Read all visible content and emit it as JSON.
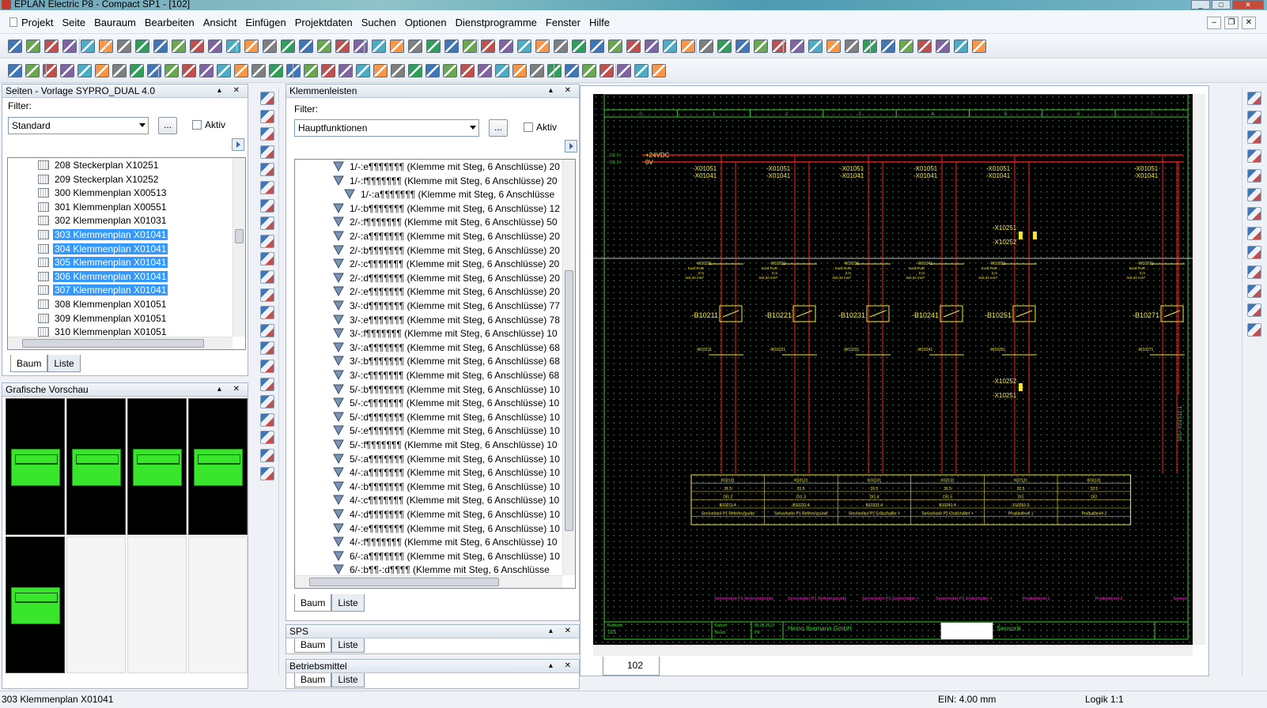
{
  "window": {
    "title": "EPLAN Electric P8 - Compact SP1 - [102]",
    "controls": [
      "_",
      "□",
      "✕"
    ]
  },
  "menu": [
    "Projekt",
    "Seite",
    "Bauraum",
    "Bearbeiten",
    "Ansicht",
    "Einfügen",
    "Projektdaten",
    "Suchen",
    "Optionen",
    "Dienstprogramme",
    "Fenster",
    "Hilfe"
  ],
  "mdi_controls": [
    "–",
    "❐",
    "✕"
  ],
  "pages_panel": {
    "title": "Seiten - Vorlage SYPRO_DUAL 4.0",
    "filter_label": "Filter:",
    "filter_value": "Standard",
    "aktiv_label": "Aktiv",
    "more_button": "...",
    "items": [
      {
        "label": "208 Steckerplan X10251",
        "selected": false
      },
      {
        "label": "209 Steckerplan X10252",
        "selected": false
      },
      {
        "label": "300 Klemmenplan X00513",
        "selected": false
      },
      {
        "label": "301 Klemmenplan X00551",
        "selected": false
      },
      {
        "label": "302 Klemmenplan X01031",
        "selected": false
      },
      {
        "label": "303 Klemmenplan X01041",
        "selected": true
      },
      {
        "label": "304 Klemmenplan X01041",
        "selected": true
      },
      {
        "label": "305 Klemmenplan X01041",
        "selected": true
      },
      {
        "label": "306 Klemmenplan X01041",
        "selected": true
      },
      {
        "label": "307 Klemmenplan X01041",
        "selected": true
      },
      {
        "label": "308 Klemmenplan X01051",
        "selected": false
      },
      {
        "label": "309 Klemmenplan X01051",
        "selected": false
      },
      {
        "label": "310 Klemmenplan X01051",
        "selected": false
      }
    ],
    "tabs": [
      "Baum",
      "Liste"
    ]
  },
  "preview_panel": {
    "title": "Grafische Vorschau",
    "thumbnails": 5,
    "cells": 8
  },
  "terminal_panel": {
    "title": "Klemmenleisten",
    "filter_label": "Filter:",
    "filter_value": "Hauptfunktionen",
    "aktiv_label": "Aktiv",
    "more_button": "...",
    "items": [
      "1/-:e¶¶¶¶¶¶¶ (Klemme mit Steg, 6 Anschlüsse) 20",
      "1/-:f¶¶¶¶¶¶¶ (Klemme mit Steg, 6 Anschlüsse) 20",
      "1/-:a¶¶¶¶¶¶¶ (Klemme mit Steg, 6 Anschlüsse",
      "1/-:b¶¶¶¶¶¶¶ (Klemme mit Steg, 6 Anschlüsse) 12",
      "2/-:f¶¶¶¶¶¶¶ (Klemme mit Steg, 6 Anschlüsse) 50",
      "2/-:a¶¶¶¶¶¶¶ (Klemme mit Steg, 6 Anschlüsse) 20",
      "2/-:b¶¶¶¶¶¶¶ (Klemme mit Steg, 6 Anschlüsse) 20",
      "2/-:c¶¶¶¶¶¶¶ (Klemme mit Steg, 6 Anschlüsse) 20",
      "2/-:d¶¶¶¶¶¶¶ (Klemme mit Steg, 6 Anschlüsse) 20",
      "2/-:e¶¶¶¶¶¶¶ (Klemme mit Steg, 6 Anschlüsse) 20",
      "3/-:d¶¶¶¶¶¶¶ (Klemme mit Steg, 6 Anschlüsse) 77",
      "3/-:e¶¶¶¶¶¶¶ (Klemme mit Steg, 6 Anschlüsse) 78",
      "3/-:f¶¶¶¶¶¶¶ (Klemme mit Steg, 6 Anschlüsse) 10",
      "3/-:a¶¶¶¶¶¶¶ (Klemme mit Steg, 6 Anschlüsse) 68",
      "3/-:b¶¶¶¶¶¶¶ (Klemme mit Steg, 6 Anschlüsse) 68",
      "3/-:c¶¶¶¶¶¶¶ (Klemme mit Steg, 6 Anschlüsse) 68",
      "5/-:b¶¶¶¶¶¶¶ (Klemme mit Steg, 6 Anschlüsse) 10",
      "5/-:c¶¶¶¶¶¶¶ (Klemme mit Steg, 6 Anschlüsse) 10",
      "5/-:d¶¶¶¶¶¶¶ (Klemme mit Steg, 6 Anschlüsse) 10",
      "5/-:e¶¶¶¶¶¶¶ (Klemme mit Steg, 6 Anschlüsse) 10",
      "5/-:f¶¶¶¶¶¶¶ (Klemme mit Steg, 6 Anschlüsse) 10",
      "5/-:a¶¶¶¶¶¶¶ (Klemme mit Steg, 6 Anschlüsse) 10",
      "4/-:a¶¶¶¶¶¶¶ (Klemme mit Steg, 6 Anschlüsse) 10",
      "4/-:b¶¶¶¶¶¶¶ (Klemme mit Steg, 6 Anschlüsse) 10",
      "4/-:c¶¶¶¶¶¶¶ (Klemme mit Steg, 6 Anschlüsse) 10",
      "4/-:d¶¶¶¶¶¶¶ (Klemme mit Steg, 6 Anschlüsse) 10",
      "4/-:e¶¶¶¶¶¶¶ (Klemme mit Steg, 6 Anschlüsse) 10",
      "4/-:f¶¶¶¶¶¶¶ (Klemme mit Steg, 6 Anschlüsse) 10",
      "6/-:a¶¶¶¶¶¶¶ (Klemme mit Steg, 6 Anschlüsse) 10",
      "6/-:b¶¶-:d¶¶¶¶ (Klemme mit Steg, 6 Anschlüsse"
    ],
    "tabs": [
      "Baum",
      "Liste"
    ]
  },
  "sps_panel": {
    "title": "SPS",
    "tabs": [
      "Baum",
      "Liste"
    ]
  },
  "betriebsmittel_panel": {
    "title": "Betriebsmittel",
    "tabs": [
      "Baum",
      "Liste"
    ]
  },
  "schematic": {
    "page_tab": "102",
    "supply_top": "+24VDC",
    "supply_bottom": "0V",
    "supply_ref_top": "101.9 /",
    "supply_ref_bottom": "101.9 /",
    "column_numbers": [
      "0",
      "1",
      "2",
      "3",
      "4",
      "5",
      "6",
      "7"
    ],
    "terminal_label_top": "-X01051",
    "terminal_label_bottom": "-X01041",
    "cable_labels": [
      "-W10211",
      "-W10221",
      "-W10231",
      "-W10241",
      "-W10251",
      "-W10271"
    ],
    "cable_details": [
      "Konf.PUR",
      "3 m",
      "3x0,34 mm²"
    ],
    "sensors": [
      "-B10211",
      "-B10221",
      "-B10231",
      "-B10241",
      "-B10251",
      "-B10271"
    ],
    "connectors_top": [
      "-X10251",
      "-X10252"
    ],
    "connectors_bottom": [
      "-X10252",
      "-X10251"
    ],
    "vertical_ref": "101/-X01511:1",
    "table_cols": [
      [
        "K03131",
        "31.5",
        "DI1.2",
        "B10211:4",
        "Servomotor P1 Referenzpunkt"
      ],
      [
        "K03131",
        "31.5",
        "DI1.3",
        "B10221:4",
        "Servomotor P1 Referenzpunkt"
      ],
      [
        "K03131",
        "31.5",
        "DI1.4",
        "B10231:4",
        "Servomotor P1 Endschalter +"
      ],
      [
        "K03131",
        "31.5",
        "DI1.5",
        "B10241:4",
        "Servomotor P2 Endschalter +"
      ],
      [
        "K02131",
        "32.5",
        "DI1",
        "X10251:2",
        "Produktlevel 1"
      ],
      [
        "K03131",
        "32.5",
        "DI2",
        "",
        "Produktlevel 2"
      ]
    ],
    "magenta_labels": [
      "Servomotor P1 Referenzpunkt",
      "Servomotor P1 Referenzpunkt",
      "Servomotor P1 Endschalter +",
      "Servomotor P2 Endschalter +",
      "Produktlevel 1",
      "Produktlevel 2",
      "Sensor"
    ],
    "footer_company": "Heino Ilsemann GmbH",
    "footer_section": "Sensorik",
    "footer_project": "Robbeit",
    "footer_page": "101",
    "footer_date_label": "Datum",
    "footer_date": "03.08.2012",
    "footer_edit_label": "Bearb.",
    "footer_editor": "DK"
  },
  "status": {
    "left": "303 Klemmenplan X01041",
    "ein": "EIN: 4.00 mm",
    "logik": "Logik 1:1"
  },
  "colors": {
    "selection": "#3399ff",
    "canvas_bg": "#000000",
    "wire_red": "#ff2020",
    "frame_green": "#39d02c",
    "label_yellow": "#f5e63c",
    "magenta": "#ff2bd6"
  }
}
